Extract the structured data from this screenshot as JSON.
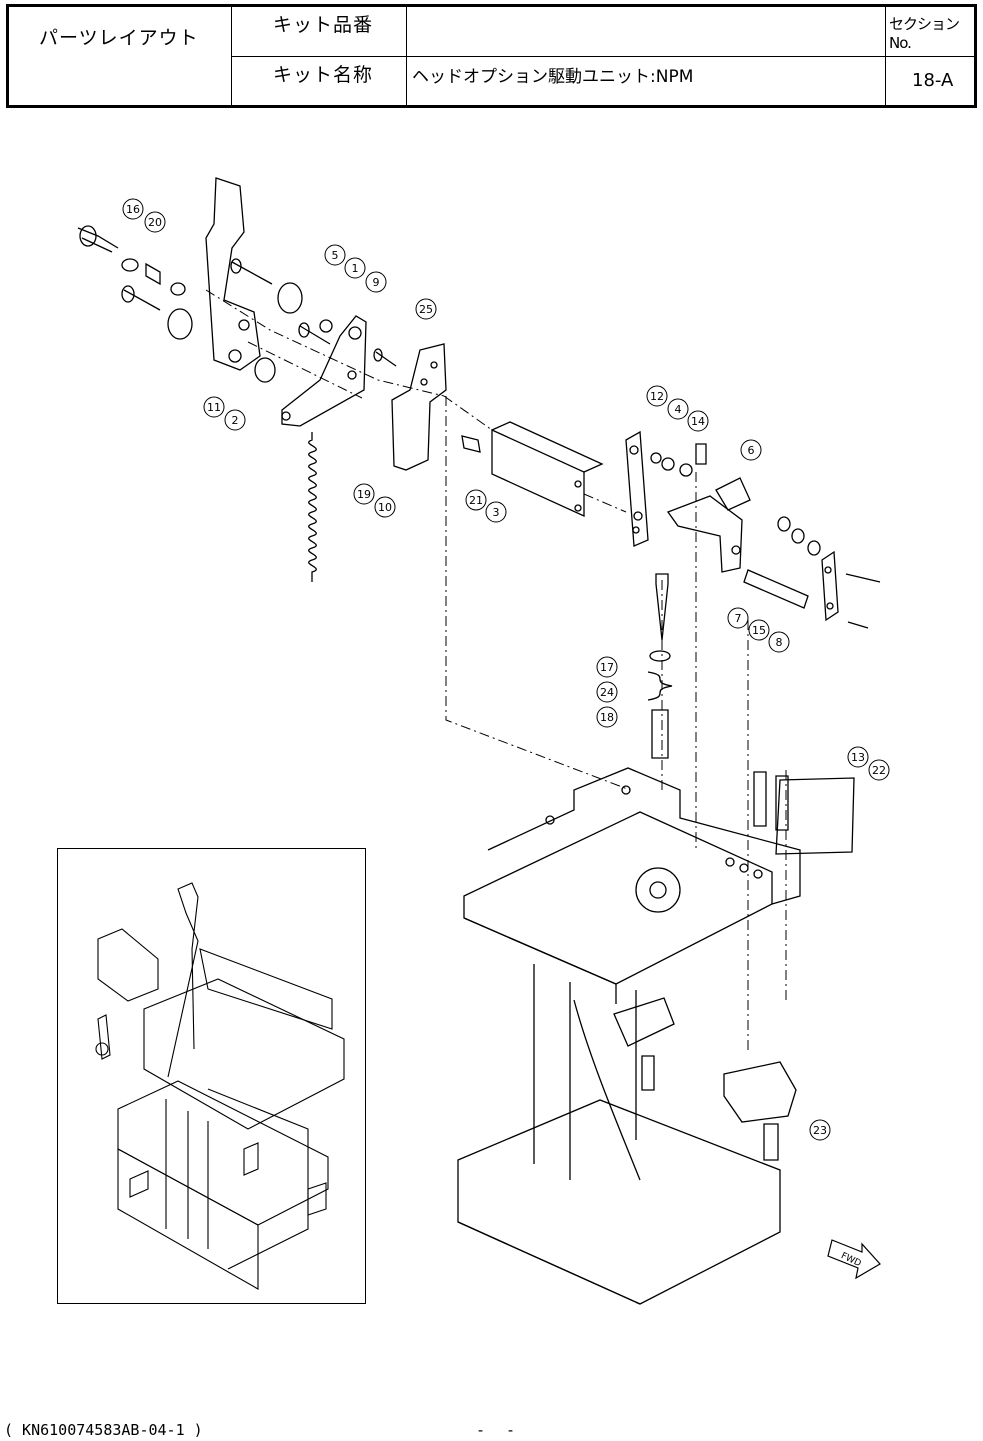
{
  "header": {
    "title": "パーツレイアウト",
    "kit_number_label": "キット品番",
    "kit_number_value": "",
    "kit_name_label": "キット名称",
    "kit_name_value": "ヘッドオプション駆動ユニット:NPM",
    "section_label": "セクションNo.",
    "section_value": "18-A"
  },
  "callouts": [
    "16",
    "20",
    "5",
    "1",
    "9",
    "25",
    "11",
    "2",
    "19",
    "10",
    "21",
    "3",
    "12",
    "4",
    "14",
    "6",
    "7",
    "15",
    "8",
    "17",
    "24",
    "18",
    "13",
    "22",
    "23"
  ],
  "fwd_label": "FWD",
  "footer": {
    "code": "( KN610074583AB-04-1 )",
    "page": "- -"
  }
}
